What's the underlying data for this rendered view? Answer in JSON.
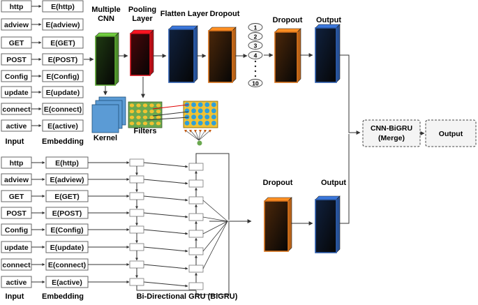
{
  "tokens": [
    "http",
    "adview",
    "GET",
    "POST",
    "Config",
    "update",
    "connect",
    "active"
  ],
  "embeddings": [
    "E(http)",
    "E(adview)",
    "E(GET)",
    "E(POST)",
    "E(Config)",
    "E(update)",
    "E(connect)",
    "E(active)"
  ],
  "cnn": {
    "input_label": "Input",
    "embedding_label": "Embedding",
    "multiple_cnn_label_1": "Multiple",
    "multiple_cnn_label_2": "CNN",
    "pooling_label_1": "Pooling",
    "pooling_label_2": "Layer",
    "flatten_label": "Flatten Layer",
    "dropout_label_1": "Dropout",
    "dropout_label_2": "Dropout",
    "output_label": "Output",
    "kernel_label": "Kernel",
    "filters_label": "Filters",
    "neurons": [
      "1",
      "2",
      "3",
      "4",
      "10"
    ]
  },
  "gru": {
    "input_label": "Input",
    "embedding_label": "Embedding",
    "bigru_label": "Bi-Directional GRU (BiGRU)",
    "dropout_label": "Dropout",
    "output_label": "Output"
  },
  "merge": {
    "label_1": "CNN-BiGRU",
    "label_2": "(Merge)",
    "output_label": "Output"
  },
  "colors": {
    "cnn_green": "#5aa532",
    "pool_red": "#d2101a",
    "flatten_blue": "#2e5fb0",
    "dropout_orange": "#d9731c",
    "output_blue": "#2e5fb0",
    "kernel_blue": "#5b9bd5",
    "filter_green": "#6aa84f",
    "filter_yellow": "#f1c232"
  }
}
